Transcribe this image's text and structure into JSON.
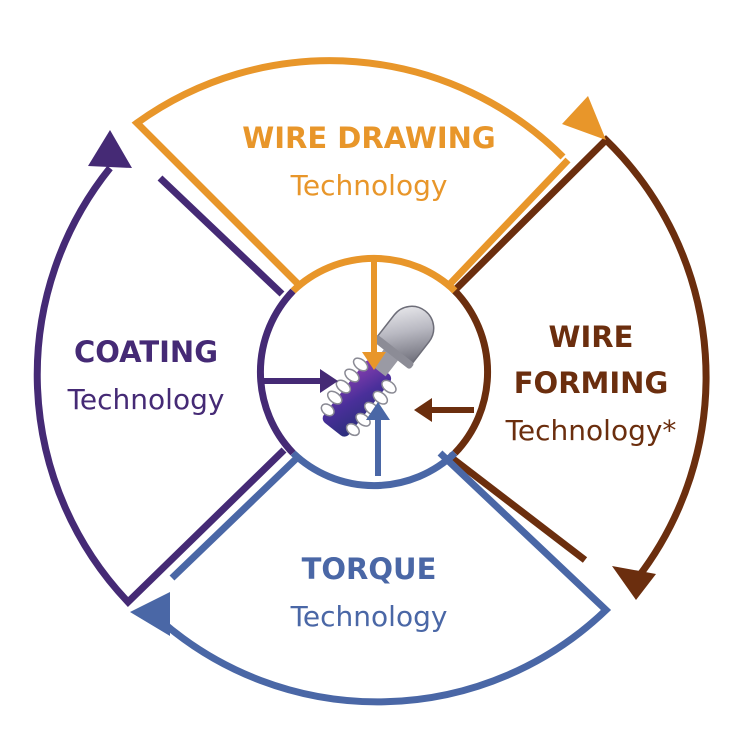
{
  "colors": {
    "wire_drawing": "#E8962A",
    "wire_forming": "#6B2E0E",
    "torque": "#4A67A6",
    "coating": "#452A75"
  },
  "segments": {
    "wire_drawing": {
      "title": "WIRE DRAWING",
      "subtitle": "Technology"
    },
    "wire_forming": {
      "title_line1": "WIRE",
      "title_line2": "FORMING",
      "subtitle": "Technology*"
    },
    "torque": {
      "title": "TORQUE",
      "subtitle": "Technology"
    },
    "coating": {
      "title": "COATING",
      "subtitle": "Technology"
    }
  },
  "center_icon": "screw-implant-icon"
}
